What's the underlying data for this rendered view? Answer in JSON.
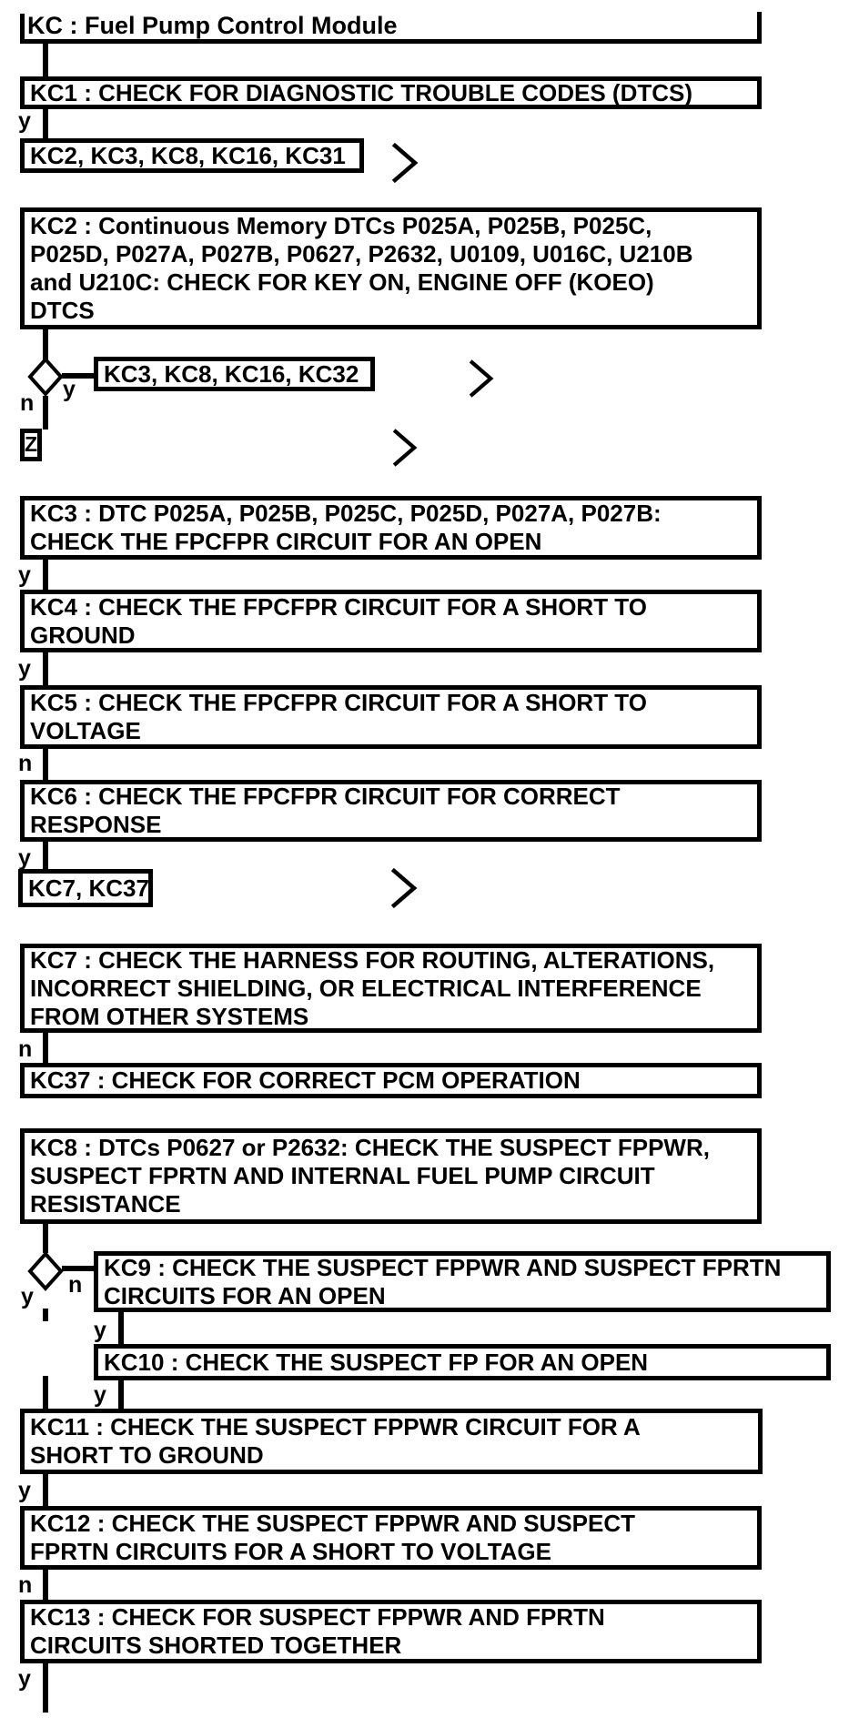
{
  "title": {
    "text": "KC : Fuel Pump Control Module"
  },
  "icons": {
    "continue_chevron": "chevron-right",
    "decision_diamond": "diamond-outline"
  },
  "nodes": {
    "kc1": {
      "lines": [
        "KC1 : CHECK FOR DIAGNOSTIC TROUBLE CODES (DTCS)"
      ]
    },
    "kc1_goto": {
      "lines": [
        "KC2, KC3, KC8, KC16, KC31"
      ]
    },
    "kc2": {
      "lines": [
        "KC2 : Continuous Memory DTCs P025A, P025B, P025C,",
        "P025D, P027A, P027B, P0627, P2632, U0109, U016C, U210B",
        "and U210C: CHECK FOR KEY ON, ENGINE OFF (KOEO)",
        "DTCS"
      ]
    },
    "kc2_goto": {
      "lines": [
        "KC3, KC8, KC16, KC32"
      ]
    },
    "z_connector": {
      "text": "Z"
    },
    "kc3": {
      "lines": [
        "KC3 : DTC P025A, P025B, P025C, P025D, P027A, P027B:",
        "CHECK THE FPCFPR CIRCUIT FOR AN OPEN"
      ]
    },
    "kc4": {
      "lines": [
        "KC4 : CHECK THE FPCFPR CIRCUIT FOR A SHORT TO",
        "GROUND"
      ]
    },
    "kc5": {
      "lines": [
        "KC5 : CHECK THE FPCFPR CIRCUIT FOR A SHORT TO",
        "VOLTAGE"
      ]
    },
    "kc6": {
      "lines": [
        "KC6 : CHECK THE FPCFPR CIRCUIT FOR CORRECT",
        "RESPONSE"
      ]
    },
    "kc6_goto": {
      "lines": [
        "KC7, KC37"
      ]
    },
    "kc7": {
      "lines": [
        "KC7 : CHECK THE HARNESS FOR ROUTING, ALTERATIONS,",
        "INCORRECT SHIELDING, OR ELECTRICAL INTERFERENCE",
        "FROM OTHER SYSTEMS"
      ]
    },
    "kc37": {
      "lines": [
        "KC37 : CHECK FOR CORRECT PCM OPERATION"
      ]
    },
    "kc8": {
      "lines": [
        "KC8 : DTCs P0627 or P2632: CHECK THE SUSPECT FPPWR,",
        "SUSPECT FPRTN AND INTERNAL FUEL PUMP CIRCUIT",
        "RESISTANCE"
      ]
    },
    "kc9": {
      "lines": [
        "KC9 : CHECK THE SUSPECT FPPWR AND SUSPECT FPRTN",
        "CIRCUITS FOR AN OPEN"
      ]
    },
    "kc10": {
      "lines": [
        "KC10 : CHECK THE SUSPECT FP FOR AN OPEN"
      ]
    },
    "kc11": {
      "lines": [
        "KC11 : CHECK THE SUSPECT FPPWR CIRCUIT FOR A",
        "SHORT TO GROUND"
      ]
    },
    "kc12": {
      "lines": [
        "KC12 : CHECK THE SUSPECT FPPWR AND SUSPECT",
        "FPRTN CIRCUITS FOR A SHORT TO VOLTAGE"
      ]
    },
    "kc13": {
      "lines": [
        "KC13 : CHECK FOR SUSPECT FPPWR AND FPRTN",
        "CIRCUITS SHORTED TOGETHER"
      ]
    }
  },
  "edge_labels": {
    "kc1": "y",
    "kc2_diamond_yes": "y",
    "kc2_diamond_no": "n",
    "kc3": "y",
    "kc4": "y",
    "kc5": "n",
    "kc6": "y",
    "kc7": "n",
    "kc8_diamond_no": "n",
    "kc8_diamond_yes": "y",
    "kc9": "y",
    "kc10": "y",
    "kc11": "y",
    "kc12": "n",
    "kc13": "y"
  },
  "colors": {
    "stroke": "#000000",
    "background": "#ffffff"
  }
}
